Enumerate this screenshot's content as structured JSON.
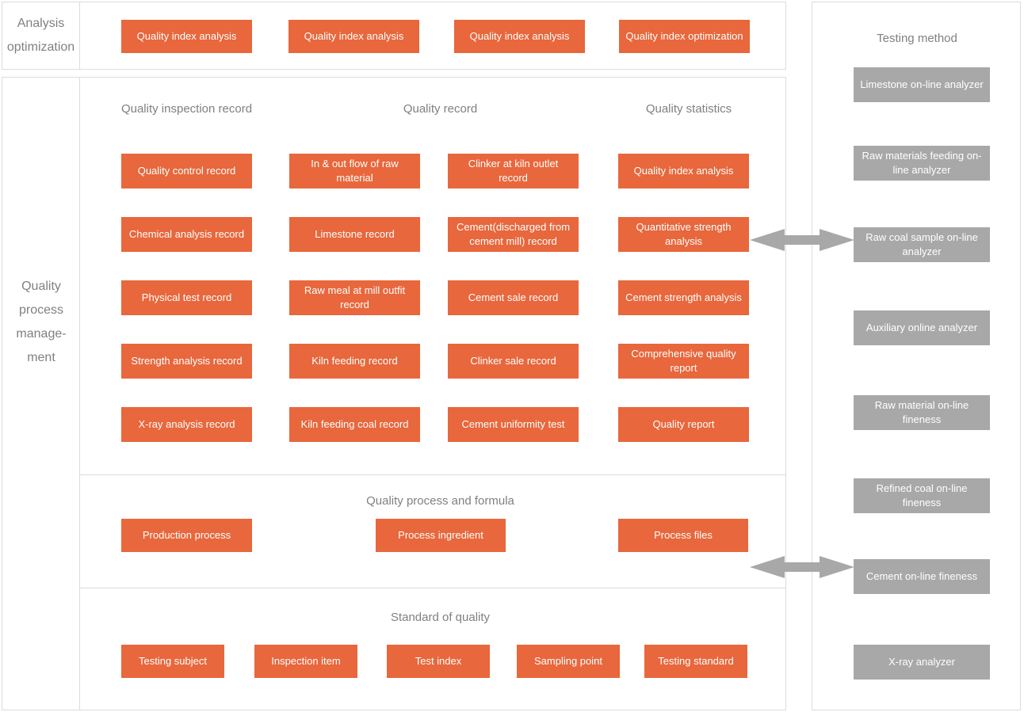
{
  "colors": {
    "accent_orange": "#e8673c",
    "box_gray": "#a8a8a8",
    "label_gray": "#808080",
    "border_gray": "#dcdcdc",
    "arrow_gray": "#a8a8a8"
  },
  "analysis_optimization": {
    "label": "Analysis optimization",
    "buttons": [
      "Quality index analysis",
      "Quality index analysis",
      "Quality index analysis",
      "Quality index optimization"
    ]
  },
  "quality_process_management": {
    "label_lines": [
      "Quality",
      "process",
      "manage-",
      "ment"
    ],
    "records_section": {
      "headers": [
        "Quality inspection record",
        "Quality record",
        "Quality statistics"
      ],
      "rows": [
        [
          "Quality control record",
          "In & out flow of raw material",
          "Clinker at kiln outlet record",
          "Quality index analysis"
        ],
        [
          "Chemical analysis record",
          "Limestone record",
          "Cement(discharged from cement mill) record",
          "Quantitative strength analysis"
        ],
        [
          "Physical test record",
          "Raw meal at mill outfit record",
          "Cement sale record",
          "Cement strength analysis"
        ],
        [
          "Strength analysis record",
          "Kiln feeding record",
          "Clinker sale record",
          "Comprehensive quality report"
        ],
        [
          "X-ray analysis record",
          "Kiln feeding coal record",
          "Cement uniformity test",
          "Quality report"
        ]
      ]
    },
    "process_section": {
      "header": "Quality process and formula",
      "buttons": [
        "Production process",
        "Process ingredient",
        "Process files"
      ]
    },
    "standard_section": {
      "header": "Standard of quality",
      "buttons": [
        "Testing subject",
        "Inspection item",
        "Test index",
        "Sampling point",
        "Testing standard"
      ]
    }
  },
  "testing_method": {
    "label": "Testing method",
    "boxes": [
      "Limestone on-line analyzer",
      "Raw materials feeding on-line analyzer",
      "Raw coal sample on-line analyzer",
      "Auxiliary online analyzer",
      "Raw material on-line fineness",
      "Refined coal on-line fineness",
      "Cement on-line fineness",
      "X-ray analyzer"
    ]
  }
}
